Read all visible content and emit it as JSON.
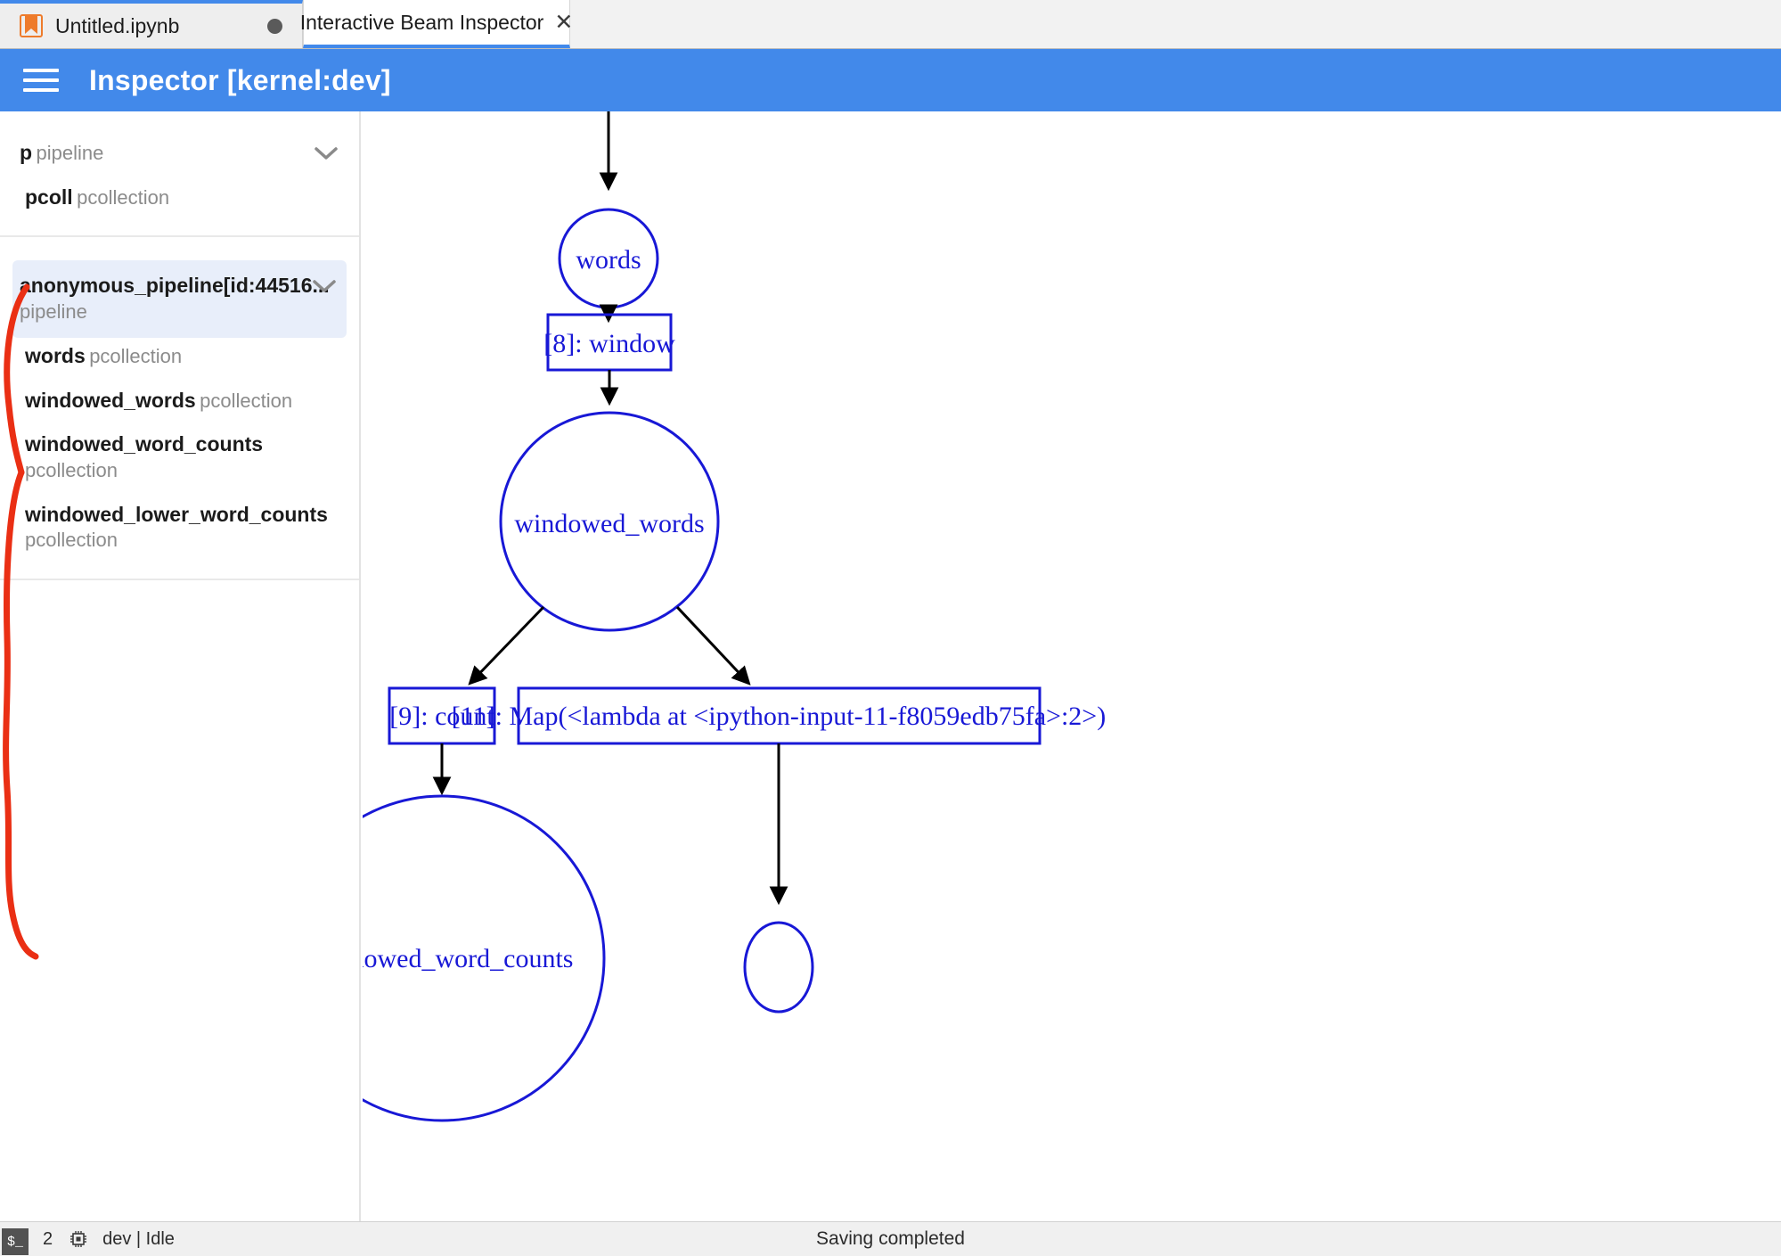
{
  "tabs": [
    {
      "label": "Untitled.ipynb",
      "icon": "notebook-icon",
      "state": "dirty",
      "active": false
    },
    {
      "label": "Interactive Beam Inspector",
      "icon": "close-icon",
      "state": "clean",
      "active": true
    }
  ],
  "header": {
    "menu_icon": "hamburger-icon",
    "title": "Inspector [kernel:dev]",
    "background": "#4289ea"
  },
  "sidebar": {
    "groups": [
      {
        "entries": [
          {
            "name": "p",
            "type": "pipeline",
            "expandable": true,
            "chevron": "chevron-down-icon",
            "selected": false,
            "indented": false
          },
          {
            "name": "pcoll",
            "type": "pcollection",
            "expandable": false,
            "selected": false,
            "indented": true
          }
        ]
      },
      {
        "entries": [
          {
            "name": "anonymous_pipeline[id:44516...",
            "type": "pipeline",
            "expandable": true,
            "chevron": "chevron-down-icon",
            "selected": true,
            "indented": false
          },
          {
            "name": "words",
            "type": "pcollection",
            "expandable": false,
            "selected": false,
            "indented": true
          },
          {
            "name": "windowed_words",
            "type": "pcollection",
            "expandable": false,
            "selected": false,
            "indented": true
          },
          {
            "name": "windowed_word_counts",
            "type": "pcollection",
            "expandable": false,
            "selected": false,
            "indented": true
          },
          {
            "name": "windowed_lower_word_counts",
            "type": "pcollection",
            "expandable": false,
            "selected": false,
            "indented": true
          }
        ]
      }
    ],
    "annotation_color": "#ea2f14",
    "selected_background": "#e8eefa"
  },
  "graph": {
    "node_color": "#1818d6",
    "edge_color": "#000000",
    "nodes": [
      {
        "id": "words",
        "label": "words",
        "shape": "circle"
      },
      {
        "id": "window",
        "label": "[8]: window",
        "shape": "box"
      },
      {
        "id": "windowed_words",
        "label": "windowed_words",
        "shape": "circle"
      },
      {
        "id": "count",
        "label": "[9]: count",
        "shape": "box"
      },
      {
        "id": "map",
        "label": "[11]: Map(<lambda at <ipython-input-11-f8059edb75fa>:2>)",
        "shape": "box"
      },
      {
        "id": "windowed_word_counts",
        "label": "windowed_word_counts",
        "shape": "circle"
      },
      {
        "id": "lower_out",
        "label": "",
        "shape": "circle"
      }
    ],
    "edges": [
      {
        "from": "root",
        "to": "words"
      },
      {
        "from": "words",
        "to": "window"
      },
      {
        "from": "window",
        "to": "windowed_words"
      },
      {
        "from": "windowed_words",
        "to": "count"
      },
      {
        "from": "windowed_words",
        "to": "map"
      },
      {
        "from": "count",
        "to": "windowed_word_counts"
      },
      {
        "from": "map",
        "to": "lower_out"
      }
    ]
  },
  "statusbar": {
    "terminal_badge": "$_",
    "terminal_count": "2",
    "kernel_icon": "chip-icon",
    "kernel_status": "dev | Idle",
    "message": "Saving completed"
  }
}
